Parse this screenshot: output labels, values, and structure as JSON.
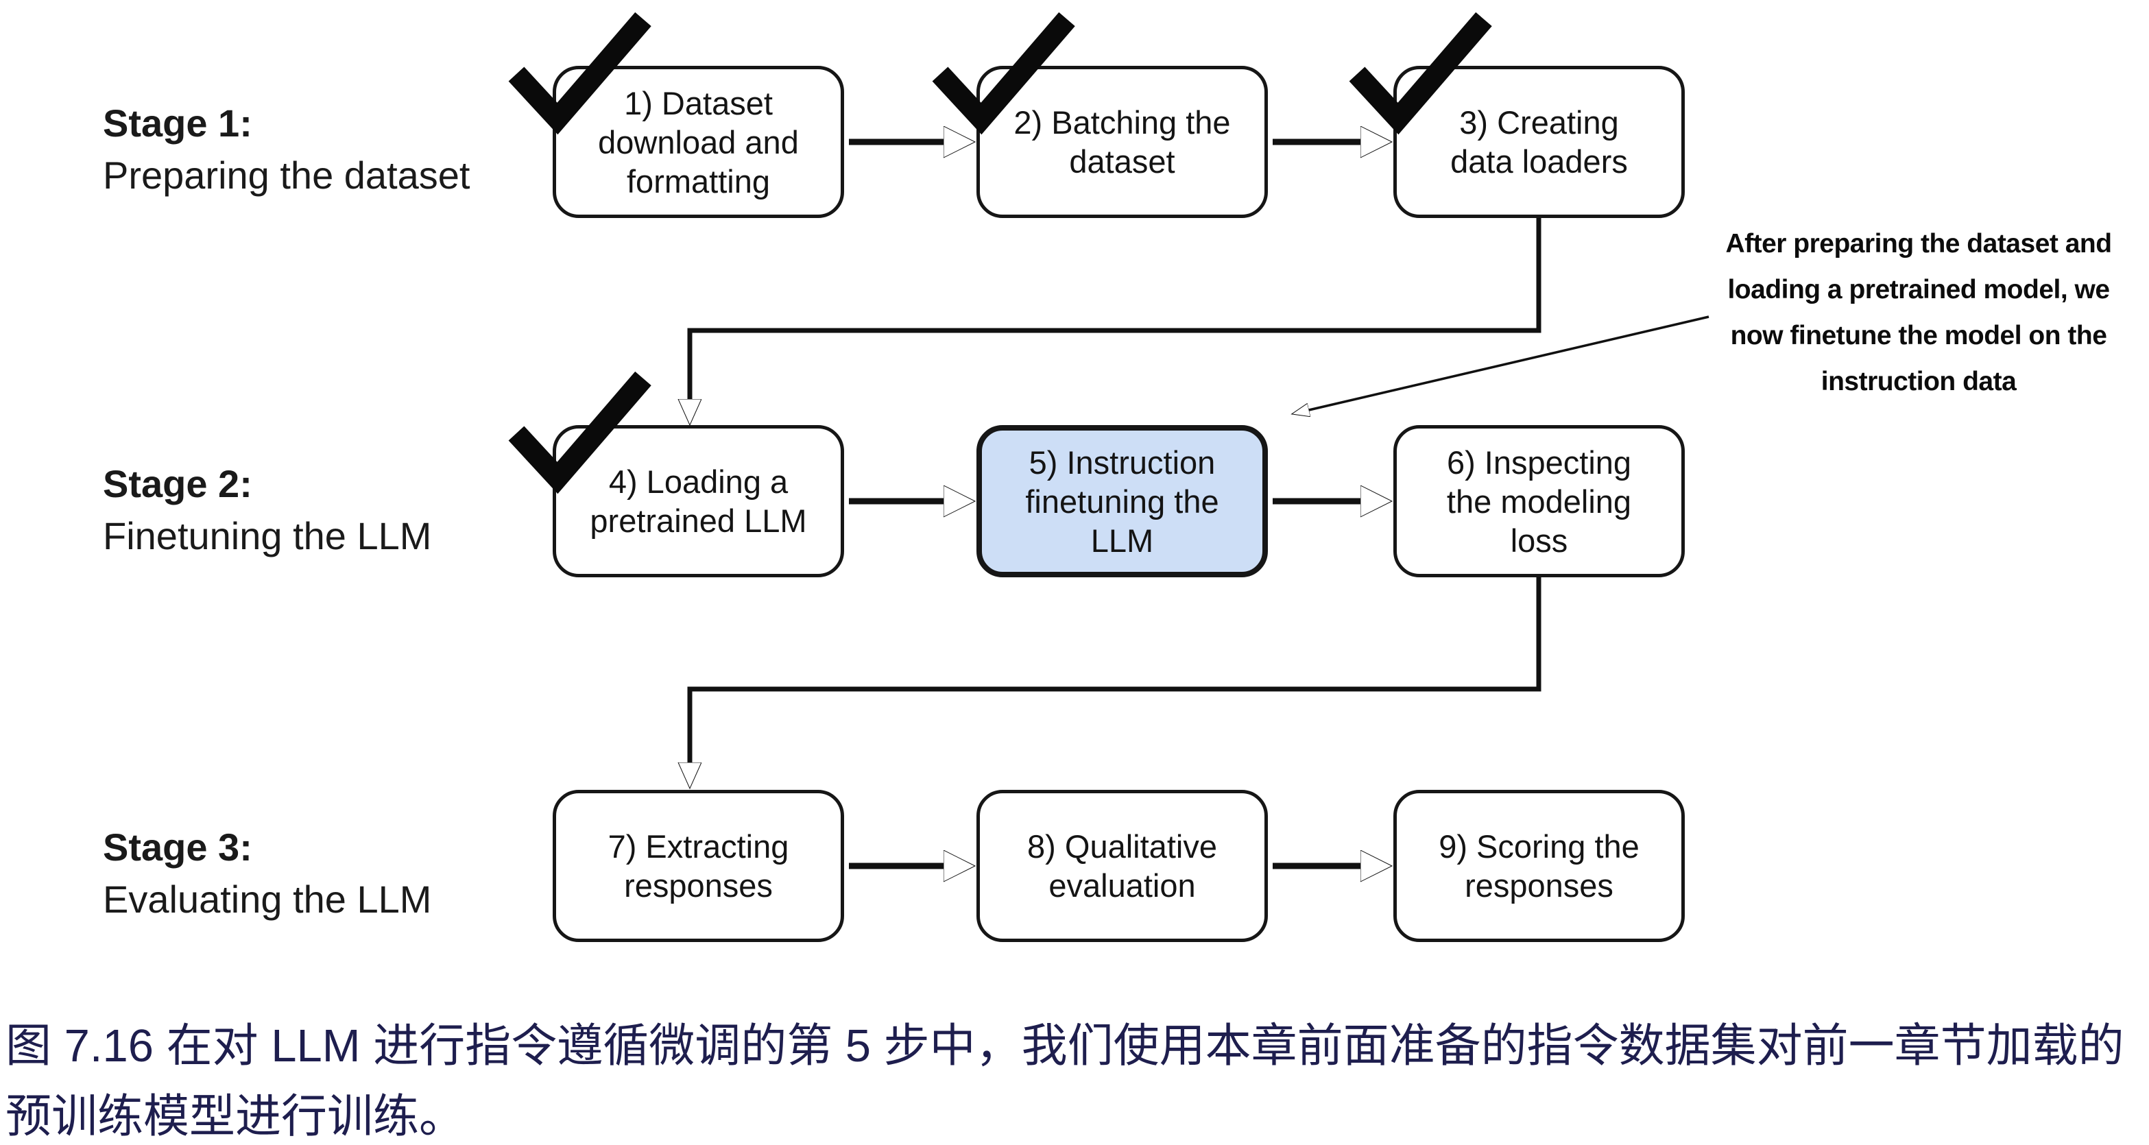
{
  "figure": {
    "stages": [
      {
        "title": "Stage 1:",
        "subtitle": "Preparing the dataset"
      },
      {
        "title": "Stage 2:",
        "subtitle": "Finetuning the LLM"
      },
      {
        "title": "Stage 3:",
        "subtitle": "Evaluating the LLM"
      }
    ],
    "boxes": [
      {
        "step": 1,
        "label": "1) Dataset\ndownload and\nformatting",
        "checked": true,
        "highlighted": false
      },
      {
        "step": 2,
        "label": "2) Batching the\ndataset",
        "checked": true,
        "highlighted": false
      },
      {
        "step": 3,
        "label": "3) Creating\ndata loaders",
        "checked": true,
        "highlighted": false
      },
      {
        "step": 4,
        "label": "4) Loading a\npretrained LLM",
        "checked": true,
        "highlighted": false
      },
      {
        "step": 5,
        "label": "5) Instruction\nfinetuning the\nLLM",
        "checked": false,
        "highlighted": true
      },
      {
        "step": 6,
        "label": "6) Inspecting\nthe modeling\nloss",
        "checked": false,
        "highlighted": false
      },
      {
        "step": 7,
        "label": "7) Extracting\nresponses",
        "checked": false,
        "highlighted": false
      },
      {
        "step": 8,
        "label": "8) Qualitative\nevaluation",
        "checked": false,
        "highlighted": false
      },
      {
        "step": 9,
        "label": "9) Scoring the\nresponses",
        "checked": false,
        "highlighted": false
      }
    ],
    "annotation": {
      "lines": [
        "After preparing the dataset and",
        "loading a pretrained model, we",
        "now finetune the model on the",
        "instruction data"
      ]
    },
    "icons": {
      "checkmark_icon": "✓"
    }
  },
  "caption": {
    "lines": [
      "图 7.16 在对 LLM 进行指令遵循微调的第 5 步中，我们使用本章前面准备的指令数据集对前一章节加载的",
      "预训练模型进行训练。"
    ]
  },
  "colors": {
    "highlight_fill": "#cddef6",
    "box_border": "#161616",
    "box_fill": "#ffffff",
    "caption_text": "#1e1e4e",
    "connector": "#111111",
    "background": "#ffffff"
  }
}
